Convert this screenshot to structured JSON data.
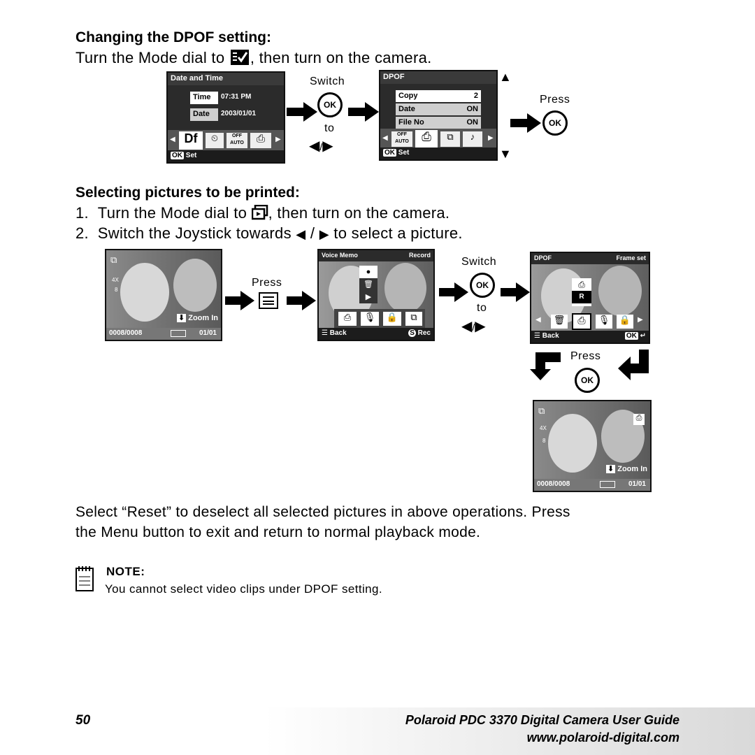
{
  "section1": {
    "heading": "Changing the DPOF setting:",
    "line_before": "Turn the Mode dial to",
    "line_after": ", then turn on the camera."
  },
  "screen_date": {
    "title": "Date and Time",
    "time_label": "Time",
    "time_value": "07:31 PM",
    "date_label": "Date",
    "date_value": "2003/01/01",
    "icon_df": "Df",
    "icon_auto": "AUTO",
    "icon_off": "OFF",
    "bottom_ok": "OK",
    "bottom": "Set"
  },
  "flow1": {
    "switch": "Switch",
    "ok": "OK",
    "to": "to",
    "slash": "/"
  },
  "screen_dpof": {
    "title": "DPOF",
    "rows": [
      {
        "label": "Copy",
        "value": "2"
      },
      {
        "label": "Date",
        "value": "ON"
      },
      {
        "label": "File No",
        "value": "ON"
      }
    ],
    "icon_off": "OFF",
    "icon_auto": "AUTO",
    "bottom_ok": "OK",
    "bottom": "Set"
  },
  "flow1b": {
    "press": "Press",
    "ok": "OK"
  },
  "section2": {
    "heading": "Selecting pictures to be printed:",
    "step1_num": "1.",
    "step1_before": "Turn the Mode dial to",
    "step1_after": ", then turn on the camera.",
    "step2_num": "2.",
    "step2_before": "Switch the Joystick towards",
    "step2_slash": "/",
    "step2_after": "to select a picture."
  },
  "screen_play": {
    "zoom": "Zoom In",
    "counter": "0008/0008",
    "date": "01/01",
    "size": "4X",
    "num": "8"
  },
  "flow2": {
    "press": "Press"
  },
  "screen_voice": {
    "title_left": "Voice Memo",
    "title_right": "Record",
    "bottom_left": "Back",
    "bottom_s": "S",
    "bottom_right": "Rec"
  },
  "flow3": {
    "switch": "Switch",
    "ok": "OK",
    "to": "to",
    "slash": "/"
  },
  "screen_frame": {
    "title_left": "DPOF",
    "title_right": "Frame set",
    "bottom_left": "Back",
    "bottom_ok": "OK",
    "r_mark": "R"
  },
  "flow4": {
    "press": "Press",
    "ok": "OK"
  },
  "screen_result": {
    "zoom": "Zoom In",
    "counter": "0008/0008",
    "date": "01/01",
    "size": "4X",
    "num": "8"
  },
  "paragraph": {
    "line1": "Select “Reset” to deselect all selected pictures in above operations. Press",
    "line2": "the Menu button to exit and return to normal playback mode."
  },
  "note": {
    "title": "NOTE:",
    "text": "You cannot select video clips under DPOF setting."
  },
  "footer": {
    "page": "50",
    "title": "Polaroid PDC 3370 Digital Camera User Guide",
    "url": "www.polaroid-digital.com"
  }
}
